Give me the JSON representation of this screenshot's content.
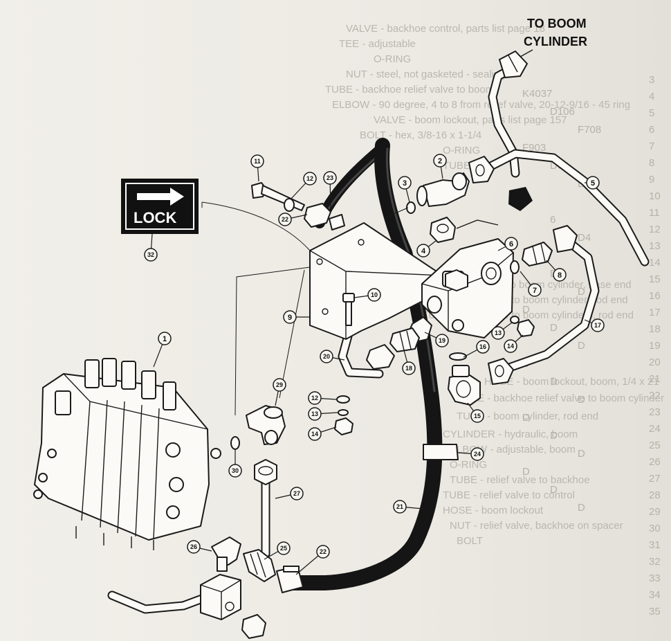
{
  "header": {
    "destination_label_line1": "TO BOOM",
    "destination_label_line2": "CYLINDER"
  },
  "decal": {
    "text": "LOCK",
    "arrow": "right-arrow-icon"
  },
  "background_text": {
    "lines": [
      "VALVE - backhoe control, parts list page 18",
      "TEE - adjustable",
      "O-RING",
      "NUT - steel, not gasketed - sealing",
      "TUBE - backhoe relief valve to boom",
      "ELBOW - 90 degree, 4 to 8 from relief valve, 20-12-9/16 - 45 ring",
      "VALVE - boom lockout, parts list page 157",
      "BOLT - hex, 3/8-16 x 1-1/4",
      "O-RING",
      "TUBE",
      "ELBOW - relief valve to boom cylinder, base end",
      "TUBE - relief valve to boom cylinder, rod end",
      "TUBE - relief valve to boom cylinders, rod end",
      "HOSE - boom lockout, boom, 1/4 x 21",
      "TUBE - backhoe relief valve to boom cylinder",
      "TUBE - boom cylinder, rod end",
      "CYLINDER - hydraulic, boom",
      "ELBOW - adjustable, boom",
      "O-RING",
      "TUBE - relief valve to backhoe",
      "TUBE - relief valve to control",
      "HOSE - boom lockout",
      "NUT - relief valve, backhoe on spacer",
      "BOLT"
    ],
    "right_numbers": [
      "3",
      "4",
      "5",
      "6",
      "7",
      "8",
      "9",
      "10",
      "11",
      "12",
      "13",
      "14",
      "15",
      "16",
      "17",
      "18",
      "19",
      "20",
      "21",
      "22",
      "23",
      "24",
      "25",
      "26",
      "27",
      "28",
      "29",
      "30",
      "31",
      "32",
      "33",
      "34",
      "35"
    ],
    "part_numbers": [
      "K4037",
      "D106",
      "F708",
      "F903",
      "D6",
      "L",
      "L",
      "6",
      "D4",
      "D3",
      "D2",
      "D",
      "D",
      "D",
      "D",
      "D",
      "D",
      "D",
      "D",
      "D",
      "D",
      "D",
      "D",
      "D"
    ]
  },
  "callouts": [
    "1",
    "2",
    "3",
    "4",
    "5",
    "6",
    "7",
    "8",
    "9",
    "10",
    "11",
    "12",
    "12",
    "13",
    "13",
    "14",
    "14",
    "15",
    "16",
    "17",
    "18",
    "19",
    "20",
    "21",
    "22",
    "22",
    "23",
    "24",
    "25",
    "26",
    "27",
    "29",
    "30",
    "32"
  ]
}
